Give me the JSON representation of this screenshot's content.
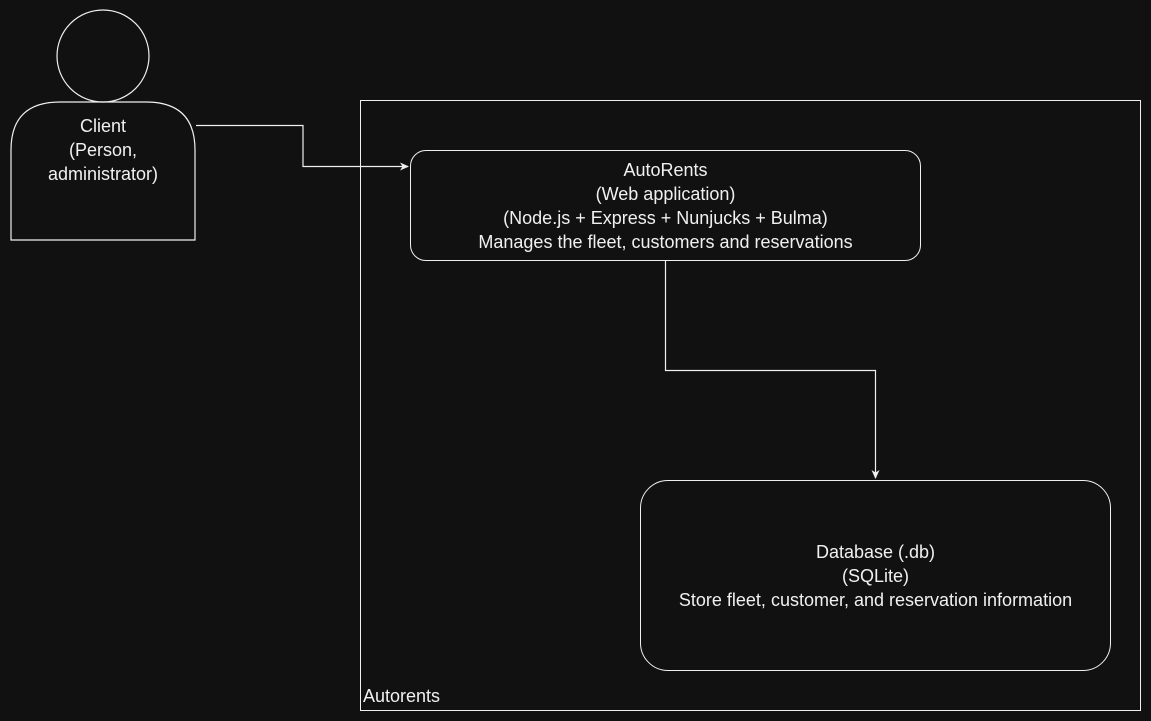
{
  "actor": {
    "lines": [
      "Client",
      "(Person,",
      "administrator)"
    ]
  },
  "boundary": {
    "label": "Autorents"
  },
  "app": {
    "lines": [
      "AutoRents",
      "(Web application)",
      "(Node.js + Express + Nunjucks + Bulma)",
      "Manages the fleet, customers and reservations"
    ]
  },
  "database": {
    "lines": [
      "Database (.db)",
      "(SQLite)",
      "Store fleet, customer, and reservation information"
    ]
  },
  "colors": {
    "background": "#111111",
    "stroke": "#f0f0f0"
  }
}
